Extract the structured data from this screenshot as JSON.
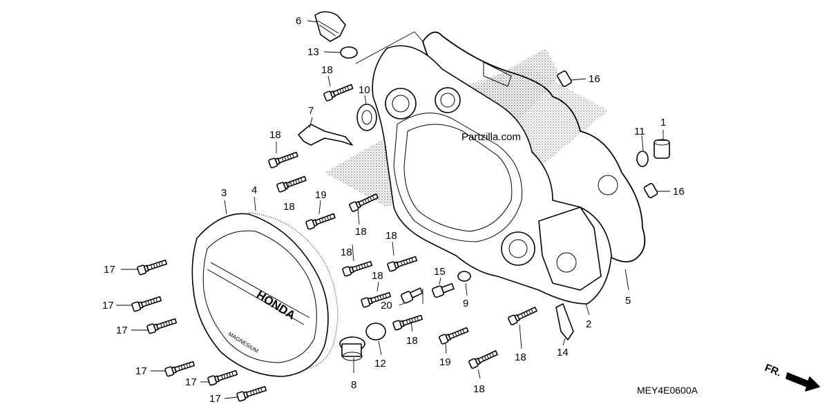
{
  "callouts": [
    "1",
    "2",
    "3",
    "4",
    "5",
    "6",
    "7",
    "8",
    "9",
    "10",
    "11",
    "12",
    "13",
    "14",
    "15",
    "16",
    "17",
    "18",
    "19",
    "20"
  ],
  "watermark": "Partzilla.com",
  "cover_brand": "HONDA",
  "cover_material": "MAGNESIUM",
  "diagram_code": "MEY4E0600A",
  "direction_marker": "FR."
}
